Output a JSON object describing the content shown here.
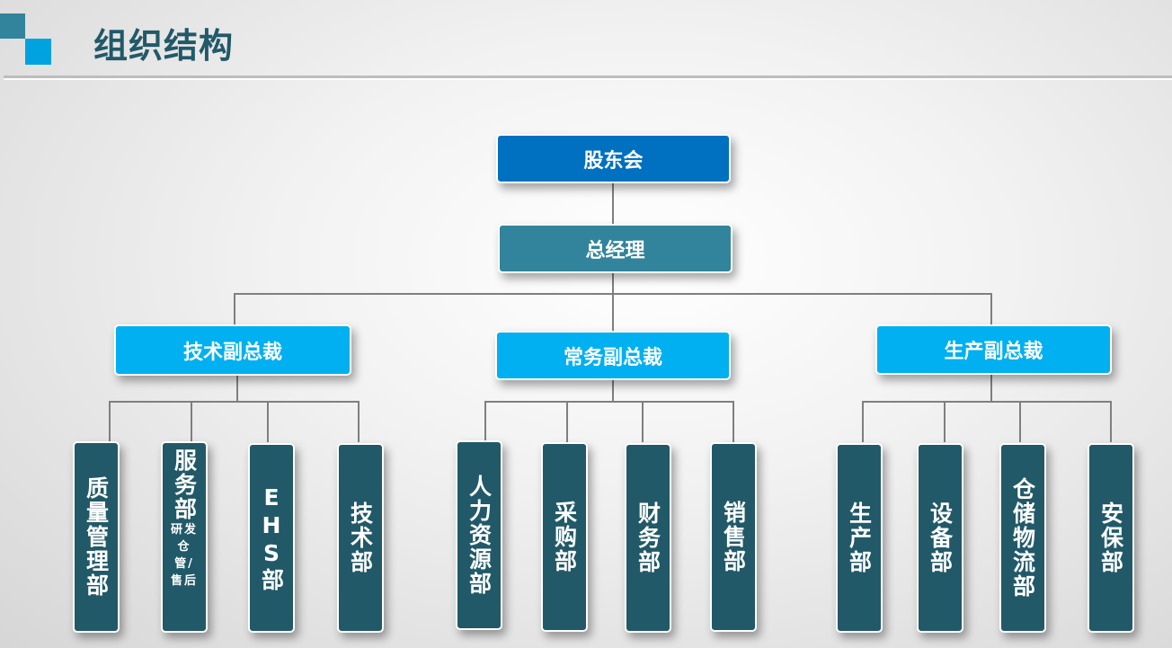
{
  "header": {
    "title": "组织结构"
  },
  "colors": {
    "board": "#0070c0",
    "gm": "#31849b",
    "vp": "#00b0f0",
    "dept": "#215968"
  },
  "board": "股东会",
  "gm": "总经理",
  "vps": [
    "技术副总裁",
    "常务副总裁",
    "生产副总裁"
  ],
  "depts": [
    {
      "label": "质量管理部"
    },
    {
      "label": "服务部",
      "sub": "研发仓管/售后"
    },
    {
      "label": "EHS部"
    },
    {
      "label": "技术部"
    },
    {
      "label": "人力资源部"
    },
    {
      "label": "采购部"
    },
    {
      "label": "财务部"
    },
    {
      "label": "销售部"
    },
    {
      "label": "生产部"
    },
    {
      "label": "设备部"
    },
    {
      "label": "仓储物流部"
    },
    {
      "label": "安保部"
    }
  ]
}
